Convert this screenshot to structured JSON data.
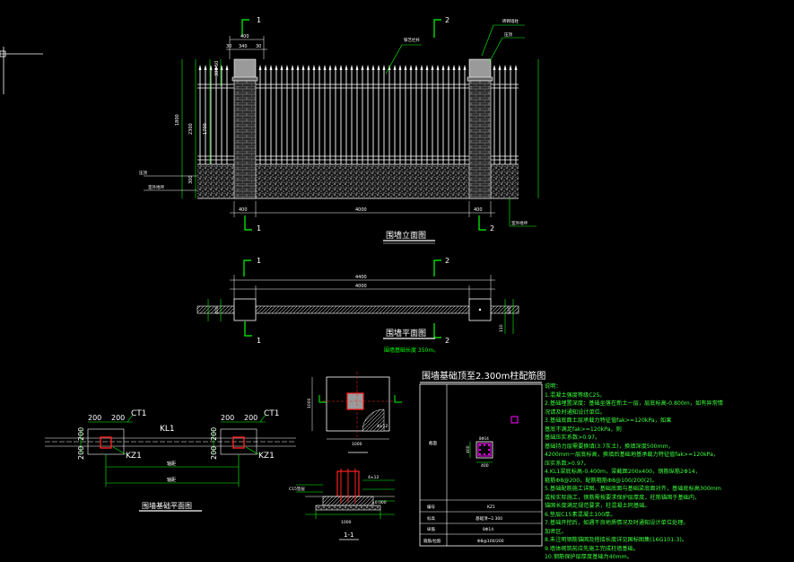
{
  "colors": {
    "background": "#000000",
    "cad_green": "#00ff00",
    "cad_white": "#ffffff",
    "cad_yellow": "#ffff00",
    "cad_red": "#ff2020",
    "cad_magenta": "#ff00ff",
    "brick": "#b0b0b0"
  },
  "elevation": {
    "title": "围墙立面图",
    "axis_labels": [
      "1",
      "2"
    ],
    "dims_top": [
      "400",
      "30",
      "340",
      "30"
    ],
    "dim_bottom_left": "400",
    "dim_bottom_mid": "4000",
    "dim_bottom_right": "400",
    "dim_vertical": [
      "1800",
      "2300",
      "1700",
      "300",
      "300",
      "50"
    ],
    "leader_labels": [
      "铁艺栏杆",
      "压顶",
      "砖砌墙柱",
      "室外地坪"
    ]
  },
  "plan": {
    "title": "围墙平面图",
    "note": "围墙基础长度 350m。",
    "axis_labels": [
      "1",
      "2"
    ],
    "dim_overall": "4400",
    "dim_inner": "4000",
    "dim_left": "400",
    "dim_right": "400",
    "dim_side": [
      "110",
      "100"
    ]
  },
  "foundation_plan": {
    "title": "围墙基础平面图",
    "labels": {
      "ct1": "CT1",
      "kl1": "KL1",
      "kz1": "KZ1",
      "d200": "200",
      "span": "轴距"
    }
  },
  "details": {
    "section_label": "1-1",
    "plan_dims": [
      "400",
      "600",
      "1000"
    ],
    "section_note": "C15垫层",
    "right_labels": [
      "4±12",
      "±0.000"
    ]
  },
  "column_table": {
    "title": "围墙基础顶至2.300m柱配筋图",
    "rows": [
      {
        "label": "截面",
        "value": ""
      },
      {
        "label": "编号",
        "value": "KZ1"
      },
      {
        "label": "标高",
        "value": "基础顶~2.300"
      },
      {
        "label": "纵筋",
        "value": "8Φ14"
      },
      {
        "label": "箍筋/拉筋",
        "value": "Φ8@100/200"
      }
    ],
    "section_dims": [
      "400",
      "400"
    ],
    "rebar_note": "8Φ14"
  },
  "notes": {
    "heading": "说明：",
    "lines": [
      "1.混凝土强度等级C25。",
      "2.基础埋置深度：基础坐落在新土一层，层底标高-0.800m，如有异常情",
      "  况请及时通知设计单位。",
      "3.基础底面土层承载力特征值fak>=120kPa，如果",
      "  基底不满足fak>=120kPa，则",
      "  基础压实系数>0.97。",
      "  基础持力层需要换填(3:7灰土)，换填深度500mm，",
      "  4200mm一层底标高，换填后基础地基承载力特征值fak>=120kPa，",
      "  压实系数>0.97。",
      "4.KL1梁底标高-0.400m，梁截面200x400，钢筋纵筋2Φ14，",
      "  箍筋Φ8@200，配筋箍筋Φ8@100/200(2)。",
      "5.基础配筋施工详图，基础底面与基础梁底面对齐，基础底标高300mm",
      "  或按实际施工，钢筋需按要求保护层厚度，柱筋锚固于基础内，",
      "  锚固长度满足规范要求，柱混凝土同基础。",
      "6.垫层C15素混凝土100厚。",
      "7.基础开挖后，如遇不良地质情况及时通知设计单位处理。",
      "  加密区。",
      "8.未注明钢筋锚固及搭接长度详见国标图集(16G101-3)。",
      "9.墙体砌筑前应先施工完成柱墙基础。",
      "10.钢筋保护层厚度基础为40mm。"
    ]
  }
}
